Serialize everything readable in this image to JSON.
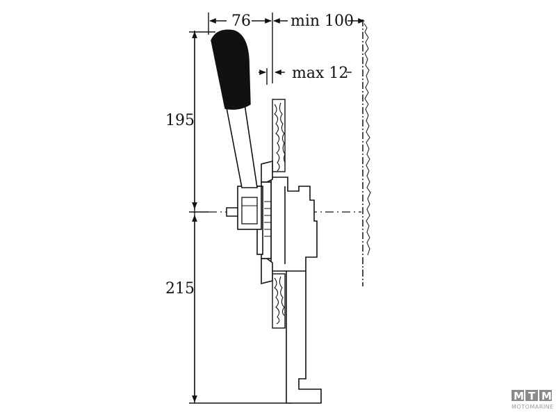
{
  "dimensions": {
    "width_lever_offset": "76",
    "min_clearance": "min 100",
    "max_panel_thickness": "max 12",
    "height_upper": "195",
    "height_lower": "215"
  },
  "logo": {
    "letters": [
      "M",
      "T",
      "M"
    ],
    "subtitle": "MOTOMARINE",
    "box_color": "#8a8a8a"
  }
}
